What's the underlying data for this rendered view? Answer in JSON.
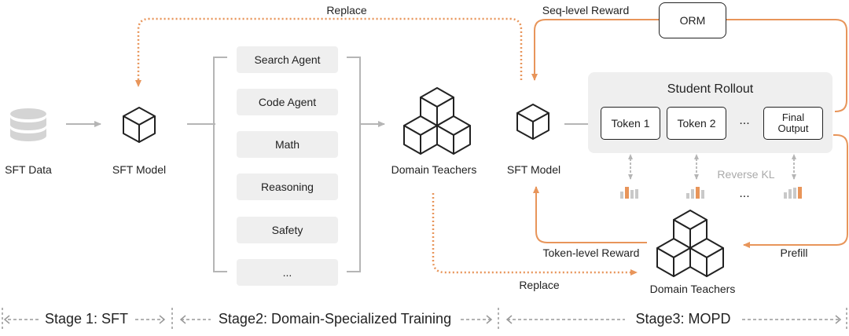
{
  "colors": {
    "accent": "#e8955a",
    "accent_dark": "#e57f3a",
    "gray": "#bbbbbb",
    "dark": "#222222"
  },
  "icons": [
    "database-icon",
    "cube-icon",
    "cubes-cluster-icon"
  ],
  "nodes": {
    "sft_data": "SFT Data",
    "sft_model_1": "SFT Model",
    "domain_teachers_1": "Domain Teachers",
    "sft_model_2": "SFT Model",
    "domain_teachers_2": "Domain Teachers",
    "orm": "ORM"
  },
  "domains": [
    "Search Agent",
    "Code Agent",
    "Math",
    "Reasoning",
    "Safety",
    "..."
  ],
  "rollout": {
    "title": "Student Rollout",
    "tokens": [
      "Token 1",
      "Token 2",
      "...",
      "Final\nOutput"
    ]
  },
  "edge_labels": {
    "replace_top": "Replace",
    "seq_reward": "Seq-level Reward",
    "reverse_kl": "Reverse KL",
    "token_reward": "Token-level Reward",
    "prefill": "Prefill",
    "replace_bottom": "Replace",
    "ellipsis_mid": "..."
  },
  "stages": [
    "Stage 1: SFT",
    "Stage2: Domain-Specialized Training",
    "Stage3: MOPD"
  ]
}
